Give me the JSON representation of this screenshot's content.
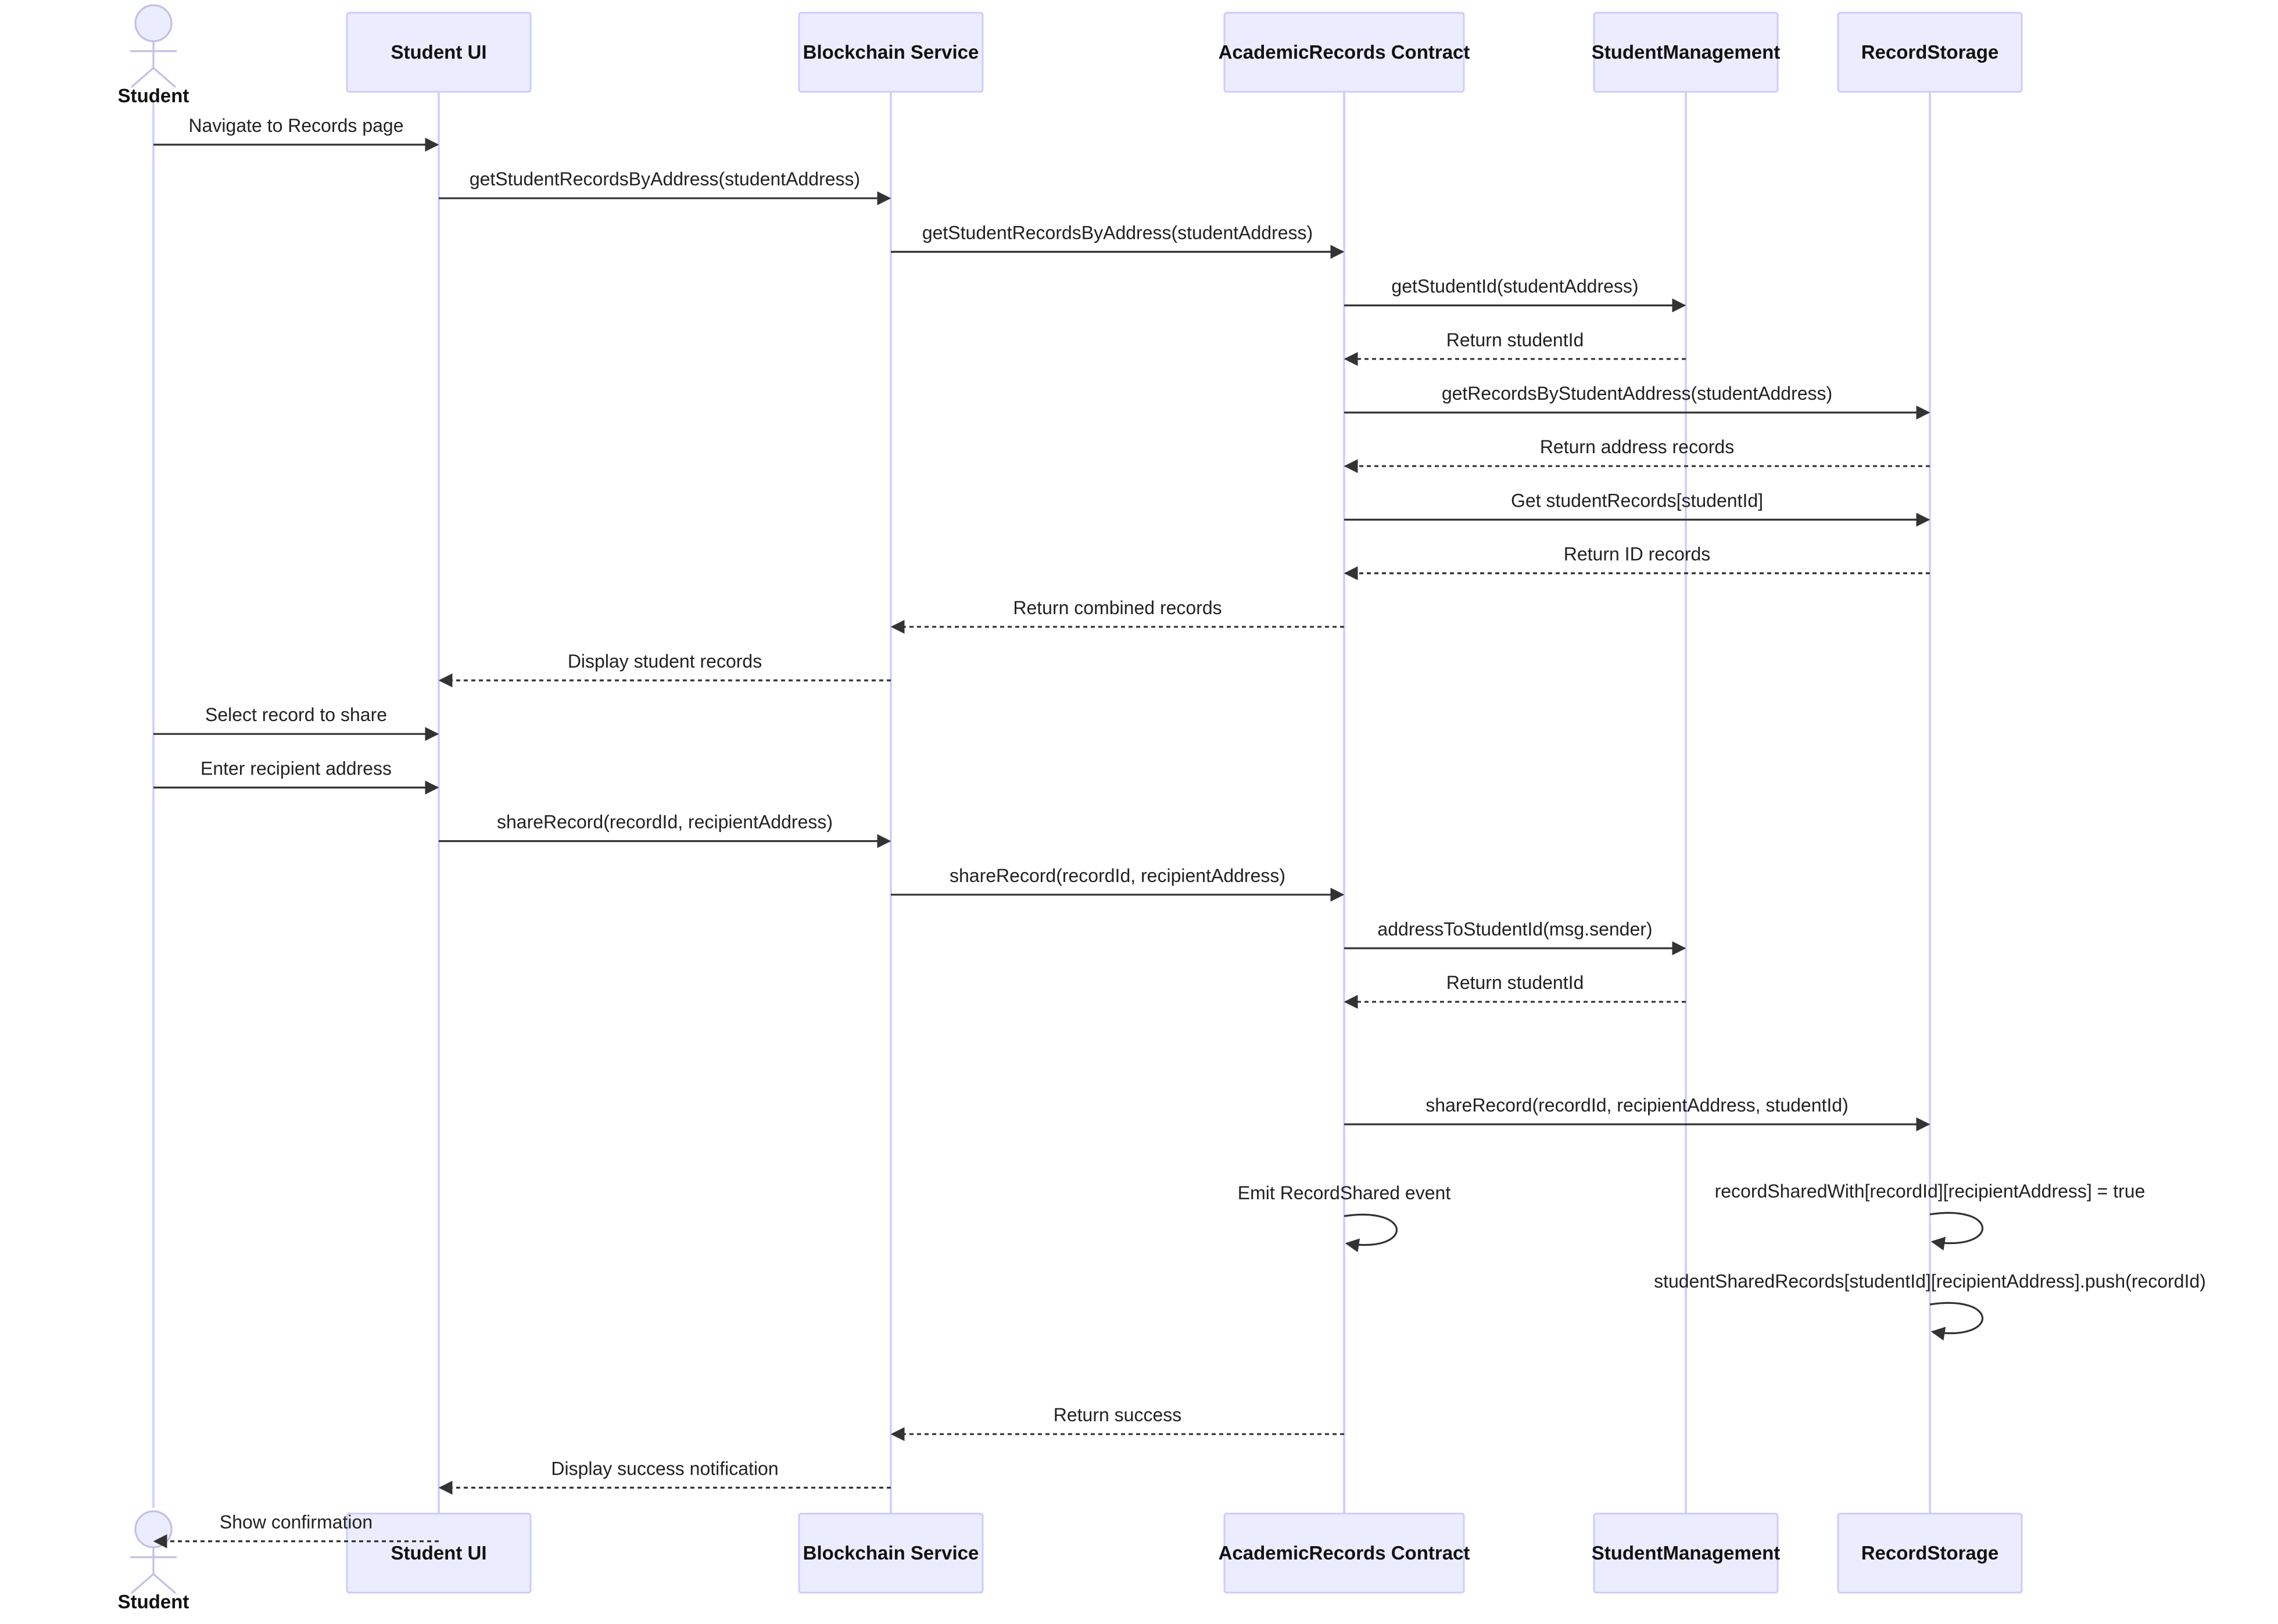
{
  "participants": [
    {
      "id": "student",
      "label": "Student",
      "kind": "actor"
    },
    {
      "id": "ui",
      "label": "Student UI",
      "kind": "box"
    },
    {
      "id": "bc",
      "label": "Blockchain Service",
      "kind": "box"
    },
    {
      "id": "arc",
      "label": "AcademicRecords Contract",
      "kind": "box"
    },
    {
      "id": "sm",
      "label": "StudentManagement",
      "kind": "box"
    },
    {
      "id": "rs",
      "label": "RecordStorage",
      "kind": "box"
    }
  ],
  "messages": [
    {
      "from": "student",
      "to": "ui",
      "label": "Navigate to Records page",
      "style": "solid"
    },
    {
      "from": "ui",
      "to": "bc",
      "label": "getStudentRecordsByAddress(studentAddress)",
      "style": "solid"
    },
    {
      "from": "bc",
      "to": "arc",
      "label": "getStudentRecordsByAddress(studentAddress)",
      "style": "solid"
    },
    {
      "from": "arc",
      "to": "sm",
      "label": "getStudentId(studentAddress)",
      "style": "solid"
    },
    {
      "from": "sm",
      "to": "arc",
      "label": "Return studentId",
      "style": "dashed"
    },
    {
      "from": "arc",
      "to": "rs",
      "label": "getRecordsByStudentAddress(studentAddress)",
      "style": "solid"
    },
    {
      "from": "rs",
      "to": "arc",
      "label": "Return address records",
      "style": "dashed"
    },
    {
      "from": "arc",
      "to": "rs",
      "label": "Get studentRecords[studentId]",
      "style": "solid"
    },
    {
      "from": "rs",
      "to": "arc",
      "label": "Return ID records",
      "style": "dashed"
    },
    {
      "from": "arc",
      "to": "bc",
      "label": "Return combined records",
      "style": "dashed"
    },
    {
      "from": "bc",
      "to": "ui",
      "label": "Display student records",
      "style": "dashed"
    },
    {
      "from": "student",
      "to": "ui",
      "label": "Select record to share",
      "style": "solid"
    },
    {
      "from": "student",
      "to": "ui",
      "label": "Enter recipient address",
      "style": "solid"
    },
    {
      "from": "ui",
      "to": "bc",
      "label": "shareRecord(recordId, recipientAddress)",
      "style": "solid"
    },
    {
      "from": "bc",
      "to": "arc",
      "label": "shareRecord(recordId, recipientAddress)",
      "style": "solid"
    },
    {
      "from": "arc",
      "to": "sm",
      "label": "addressToStudentId(msg.sender)",
      "style": "solid"
    },
    {
      "from": "sm",
      "to": "arc",
      "label": "Return studentId",
      "style": "dashed"
    },
    {
      "from": "arc",
      "to": "rs",
      "label": "shareRecord(recordId, recipientAddress, studentId)",
      "style": "solid"
    },
    {
      "from": "rs",
      "to": "rs",
      "label": "recordSharedWith[recordId][recipientAddress] = true",
      "style": "solid"
    },
    {
      "from": "rs",
      "to": "rs",
      "label": "studentSharedRecords[studentId][recipientAddress].push(recordId)",
      "style": "solid"
    },
    {
      "from": "arc",
      "to": "arc",
      "label": "Emit RecordShared event",
      "style": "solid"
    },
    {
      "from": "arc",
      "to": "bc",
      "label": "Return success",
      "style": "dashed"
    },
    {
      "from": "bc",
      "to": "ui",
      "label": "Display success notification",
      "style": "dashed"
    },
    {
      "from": "ui",
      "to": "student",
      "label": "Show confirmation",
      "style": "dashed"
    }
  ],
  "colors": {
    "box_fill": "#ECECFF",
    "box_stroke": "#CCCCFF",
    "lifeline": "#CCCCFF",
    "arrow": "#333333",
    "text": "#222222"
  }
}
